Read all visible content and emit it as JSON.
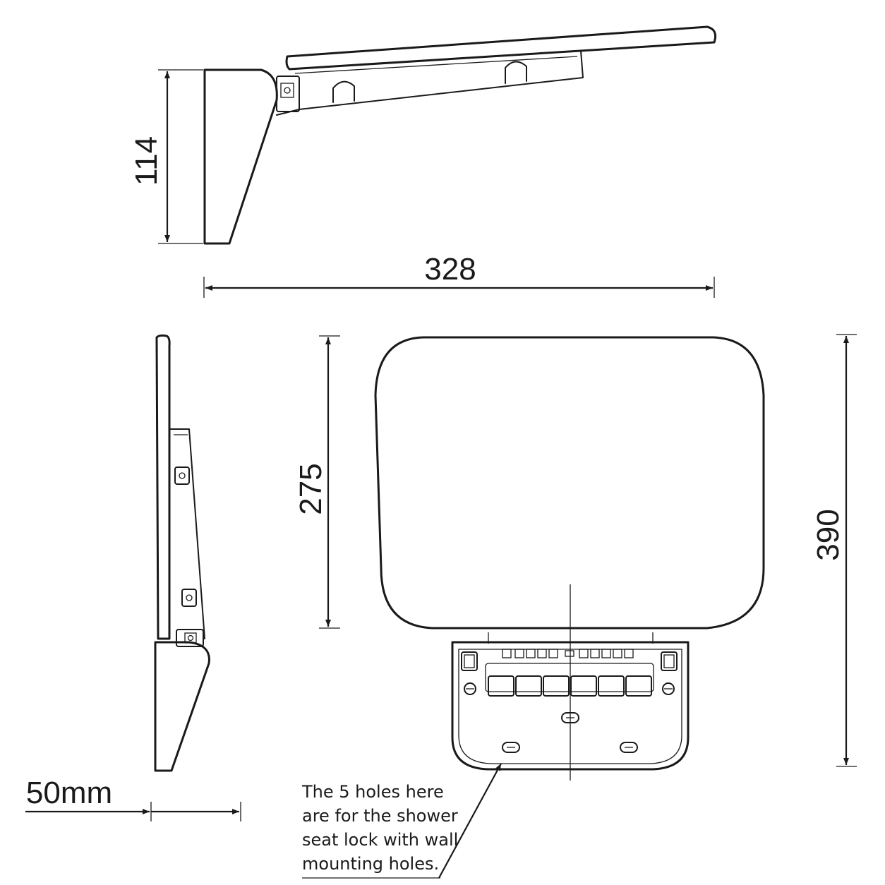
{
  "dimensions": {
    "height_side_view": "114",
    "overall_width": "328",
    "seat_depth": "275",
    "overall_depth": "390",
    "wall_projection": "50mm"
  },
  "note": {
    "lines": [
      "The 5 holes here",
      "are for the shower",
      "seat lock with wall",
      "mounting holes."
    ]
  }
}
